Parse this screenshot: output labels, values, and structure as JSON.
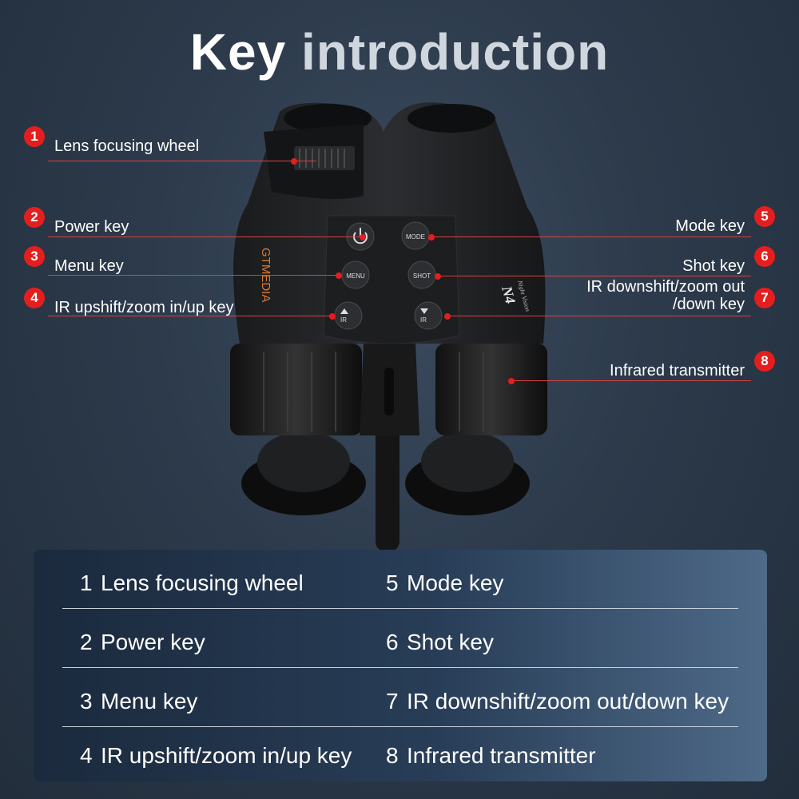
{
  "title": {
    "word1": "Key",
    "word2": "introduction"
  },
  "device": {
    "brand": "GTMEDIA",
    "model": "N4",
    "subtitle": "Night Vision",
    "buttons": {
      "mode": "MODE",
      "menu": "MENU",
      "shot": "SHOT",
      "ir": "IR"
    }
  },
  "callouts": [
    {
      "num": "1",
      "label": "Lens focusing wheel"
    },
    {
      "num": "2",
      "label": "Power key"
    },
    {
      "num": "3",
      "label": "Menu key"
    },
    {
      "num": "4",
      "label": "IR upshift/zoom in/up key"
    },
    {
      "num": "5",
      "label": "Mode key"
    },
    {
      "num": "6",
      "label": "Shot key"
    },
    {
      "num": "7",
      "label_line1": "IR downshift/zoom out",
      "label_line2": "/down key"
    },
    {
      "num": "8",
      "label": "Infrared transmitter"
    }
  ],
  "table": {
    "rows": [
      {
        "left_num": "1",
        "left": "Lens focusing wheel",
        "right_num": "5",
        "right": "Mode key"
      },
      {
        "left_num": "2",
        "left": "Power key",
        "right_num": "6",
        "right": "Shot key"
      },
      {
        "left_num": "3",
        "left": "Menu key",
        "right_num": "7",
        "right": "IR downshift/zoom out/down key"
      },
      {
        "left_num": "4",
        "left": "IR upshift/zoom in/up key",
        "right_num": "8",
        "right": "Infrared transmitter"
      }
    ]
  },
  "colors": {
    "accent": "#e41e1e",
    "brand": "#e07a2e"
  }
}
